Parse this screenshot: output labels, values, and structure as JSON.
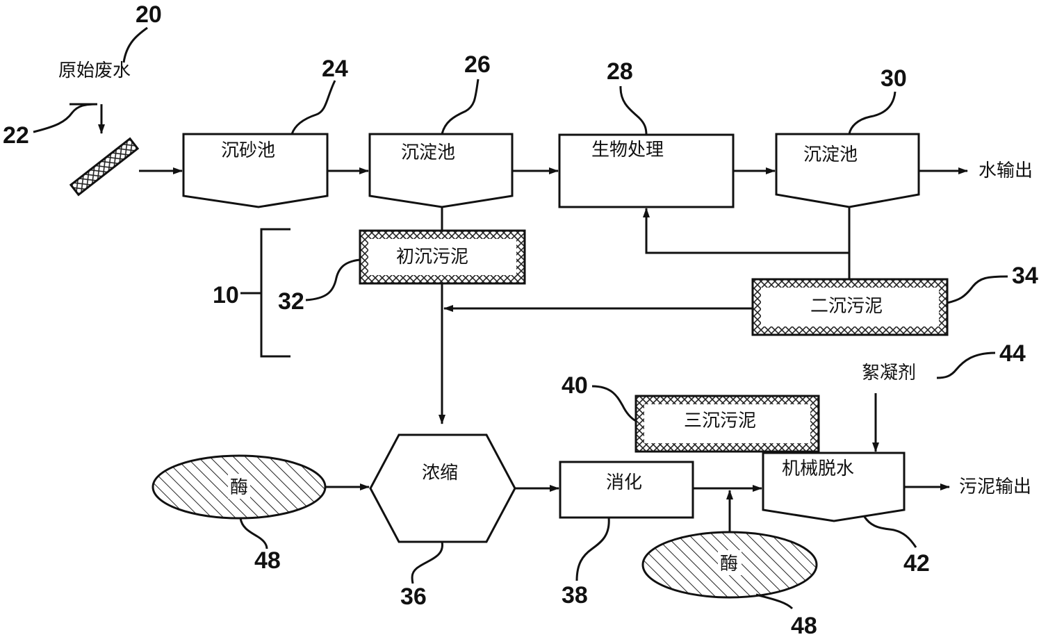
{
  "raw_wastewater": {
    "label": "原始废水",
    "ref": "20"
  },
  "screen": {
    "ref": "22"
  },
  "grit_chamber": {
    "label": "沉砂池",
    "ref": "24"
  },
  "primary_clarifier": {
    "label": "沉淀池",
    "ref": "26"
  },
  "biological_treatment": {
    "label": "生物处理",
    "ref": "28"
  },
  "secondary_clarifier": {
    "label": "沉淀池",
    "ref": "30"
  },
  "water_out": {
    "label": "水输出"
  },
  "system": {
    "ref": "10"
  },
  "primary_sludge": {
    "label": "初沉污泥",
    "ref": "32"
  },
  "secondary_sludge": {
    "label": "二沉污泥",
    "ref": "34"
  },
  "thickening": {
    "label": "浓缩",
    "ref": "36"
  },
  "digestion": {
    "label": "消化",
    "ref": "38"
  },
  "tertiary_sludge": {
    "label": "三沉污泥",
    "ref": "40"
  },
  "mechanical_dewatering": {
    "label": "机械脱水",
    "ref": "42"
  },
  "flocculant": {
    "label": "絮凝剂",
    "ref": "44"
  },
  "sludge_out": {
    "label": "污泥输出"
  },
  "enzyme_1": {
    "label": "酶",
    "ref": "48"
  },
  "enzyme_2": {
    "label": "酶",
    "ref": "48"
  }
}
